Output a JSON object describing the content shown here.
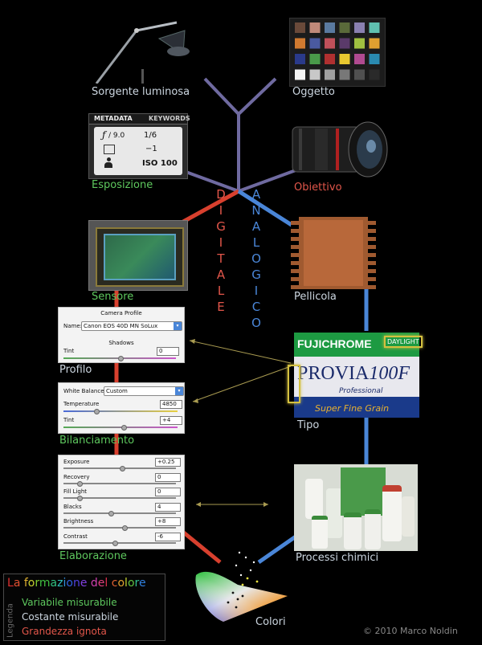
{
  "nodes": {
    "sorgente": "Sorgente luminosa",
    "oggetto": "Oggetto",
    "esposizione": "Esposizione",
    "obiettivo": "Obiettivo",
    "sensore": "Sensore",
    "pellicola": "Pellicola",
    "profilo": "Profilo",
    "tipo": "Tipo",
    "bilanciamento": "Bilanciamento",
    "elaborazione": "Elaborazione",
    "processi": "Processi chimici",
    "colori": "Colori"
  },
  "branches": {
    "digitale": [
      "D",
      "I",
      "G",
      "I",
      "T",
      "A",
      "L",
      "E"
    ],
    "analogico": [
      "A",
      "N",
      "A",
      "L",
      "O",
      "G",
      "I",
      "C",
      "O"
    ]
  },
  "exposure_panel": {
    "tab1": "METADATA",
    "tab2": "KEYWORDS",
    "aperture": "9.0",
    "shutter": "1/6",
    "compensation": "−1",
    "iso": "ISO 100"
  },
  "camera_profile_panel": {
    "title": "Camera Profile",
    "name_label": "Name:",
    "name_value": "Canon EOS 40D MN SoLux",
    "shadows": "Shadows",
    "tint_label": "Tint",
    "tint_value": "0"
  },
  "white_balance_panel": {
    "wb_label": "White Balance:",
    "wb_value": "Custom",
    "temp_label": "Temperature",
    "temp_value": "4850",
    "tint_label": "Tint",
    "tint_value": "+4"
  },
  "adjust_panel": {
    "rows": [
      {
        "label": "Exposure",
        "value": "+0.25"
      },
      {
        "label": "Recovery",
        "value": "0"
      },
      {
        "label": "Fill Light",
        "value": "0"
      },
      {
        "label": "Blacks",
        "value": "4"
      },
      {
        "label": "Brightness",
        "value": "+8"
      },
      {
        "label": "Contrast",
        "value": "-6"
      }
    ]
  },
  "film_box": {
    "brand": "FUJICHROME",
    "daylight": "DAYLIGHT",
    "name": "PROVIA",
    "speed": "100F",
    "professional": "Professional",
    "grain": "Super Fine Grain"
  },
  "legend": {
    "title": "La formazione del colore",
    "side": "Legenda",
    "items": [
      "Variabile misurabile",
      "Costante misurabile",
      "Grandezza ignota"
    ]
  },
  "copyright": "© 2010 Marco Noldin",
  "colors": {
    "digital_line": "#d8402e",
    "analog_line": "#4a86d8",
    "gray_line": "#6a6a9a",
    "green": "#5ec85e",
    "gray_text": "#ccd6e0",
    "red": "#e2564a"
  }
}
